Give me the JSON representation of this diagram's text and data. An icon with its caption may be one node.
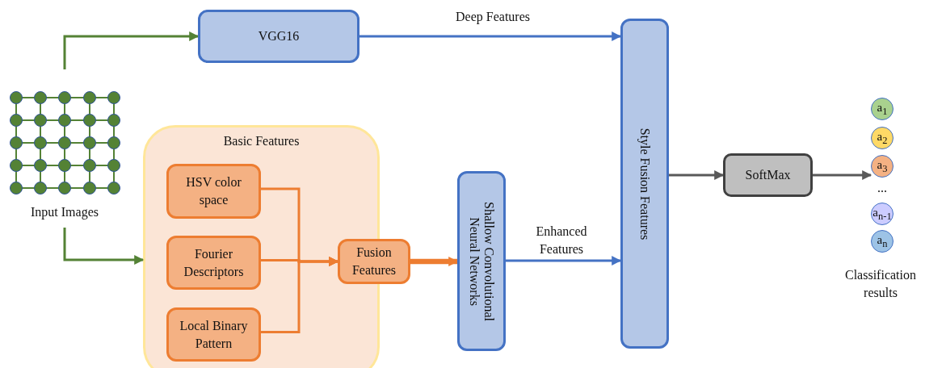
{
  "diagram": {
    "nodes": [
      {
        "text": [
          "Input Images"
        ]
      },
      {
        "text": [
          "VGG16"
        ]
      },
      {
        "text": [
          "Basic Features"
        ]
      },
      {
        "text": [
          "HSV color space"
        ],
        "in": 2
      },
      {
        "text": [
          "Fourier Descriptors"
        ],
        "in": 2
      },
      {
        "text": [
          "Local Binary Pattern"
        ],
        "in": 2
      },
      {
        "text": [
          "Fusion Features"
        ]
      },
      {
        "text": [
          "Shallow Convolutional Neural Networks"
        ]
      },
      {
        "text": [
          "Style Fusion Features"
        ]
      },
      {
        "text": [
          "SoftMax"
        ]
      },
      {
        "text": [
          "a$_{1}$"
        ]
      },
      {
        "text": [
          "a$_{2}$"
        ]
      },
      {
        "text": [
          "a$_{3}$"
        ]
      },
      {
        "text": [
          "a$_{n-1}$"
        ]
      },
      {
        "text": [
          "a$_{n}$"
        ]
      }
    ],
    "edges": [
      {
        "from": 0,
        "to": 1,
        "arrow": "to",
        "color": "#548235"
      },
      {
        "from": 0,
        "to": 2,
        "arrow": "to",
        "color": "#548235"
      },
      {
        "from": 1,
        "to": 8,
        "arrow": "to",
        "label": "Deep Features",
        "color": "#4472c4"
      },
      {
        "from": 3,
        "to": 6,
        "arrow": "to"
      },
      {
        "from": 4,
        "to": 6,
        "arrow": "to"
      },
      {
        "from": 5,
        "to": 6,
        "arrow": "to"
      },
      {
        "from": 6,
        "to": 7,
        "arrow": "to",
        "style": "thick"
      },
      {
        "from": 7,
        "to": 8,
        "arrow": "to",
        "label": "Enhanced Features",
        "color": "#4472c4"
      },
      {
        "from": 8,
        "to": 9,
        "arrow": "to",
        "color": "#595959"
      },
      {
        "from": 9,
        "to": 12,
        "arrow": "to",
        "color": "#595959"
      }
    ],
    "labels": [
      "...",
      "Classification results"
    ]
  }
}
